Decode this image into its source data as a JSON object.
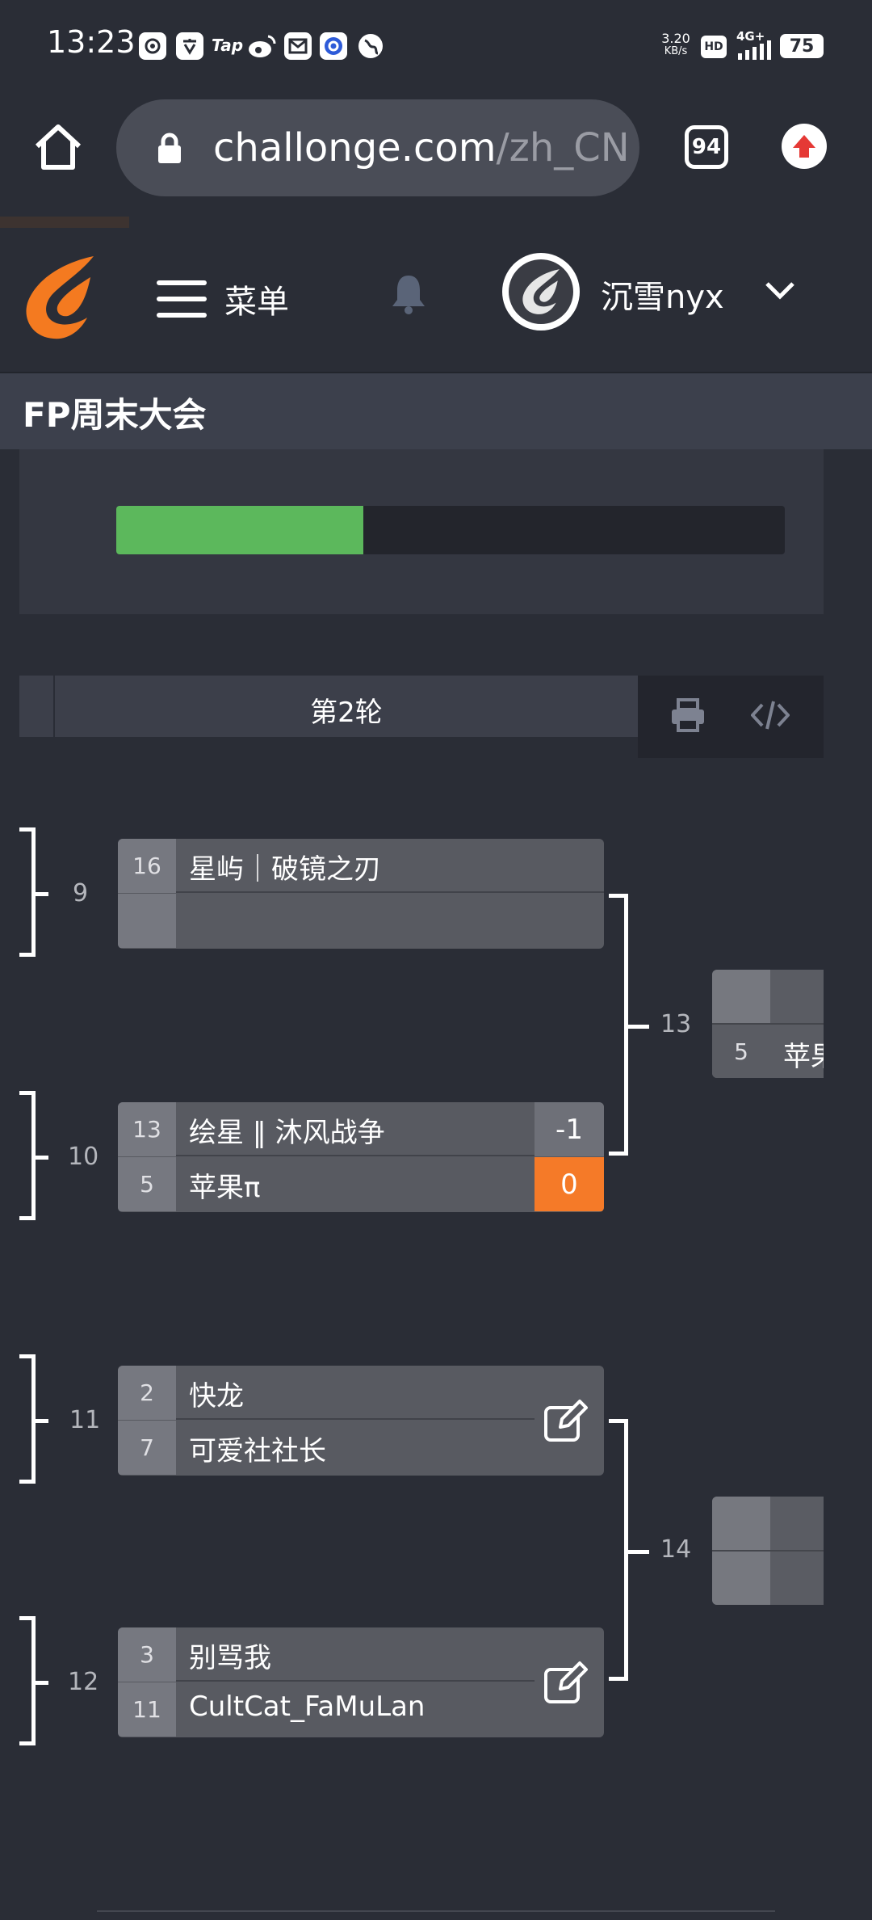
{
  "status_bar": {
    "time": "13:23",
    "app_icons": [
      "album-icon",
      "translate-icon",
      "taptap-icon",
      "weibo-icon",
      "mail-icon",
      "browser-icon",
      "globe-icon"
    ],
    "taptap_label": "Tap",
    "net_speed_value": "3.20",
    "net_speed_unit": "KB/s",
    "hd_label": "HD",
    "network_label": "4G+",
    "battery_level": "75"
  },
  "browser": {
    "url_host": "challonge.com",
    "url_path": "/zh_CN",
    "tab_count": "94"
  },
  "site_header": {
    "menu_label": "菜单",
    "username": "沉雪nyx"
  },
  "tournament": {
    "title": "FP周末大会",
    "progress_percent": 37
  },
  "round": {
    "label": "第2轮"
  },
  "colors": {
    "accent_orange": "#f57a28",
    "progress_green": "#5cb85c",
    "background": "#2a2d36"
  },
  "matches": [
    {
      "number": "9",
      "top": {
        "seed": "16",
        "player": "星屿｜破镜之刃",
        "score": ""
      },
      "bottom": {
        "seed": "",
        "player": "",
        "score": ""
      }
    },
    {
      "number": "10",
      "top": {
        "seed": "13",
        "player": "绘星 ‖ 沐风战争",
        "score": "-1"
      },
      "bottom": {
        "seed": "5",
        "player": "苹果π",
        "score": "0"
      }
    },
    {
      "number": "11",
      "top": {
        "seed": "2",
        "player": "快龙"
      },
      "bottom": {
        "seed": "7",
        "player": "可爱社社长"
      }
    },
    {
      "number": "12",
      "top": {
        "seed": "3",
        "player": "别骂我"
      },
      "bottom": {
        "seed": "11",
        "player": "CultCat_FaMuLan"
      }
    }
  ],
  "next_matches": [
    {
      "number": "13",
      "top": {
        "seed": "",
        "player": ""
      },
      "bottom": {
        "seed": "5",
        "player": "苹果π"
      }
    },
    {
      "number": "14",
      "top": {
        "seed": "",
        "player": ""
      },
      "bottom": {
        "seed": "",
        "player": ""
      }
    }
  ]
}
